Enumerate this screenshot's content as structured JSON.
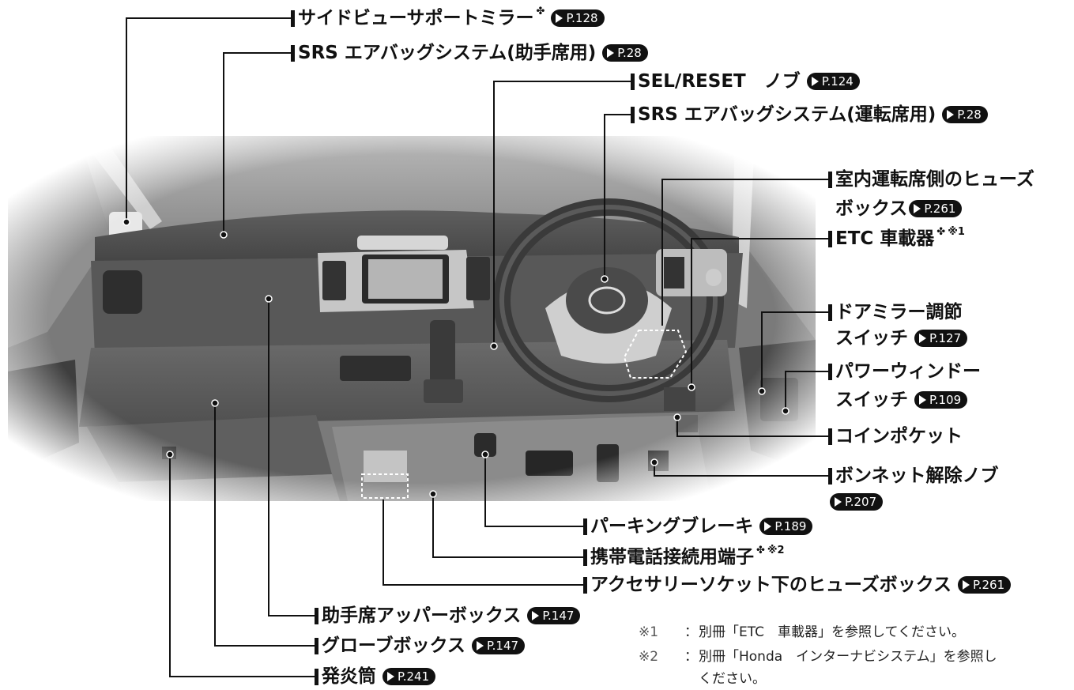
{
  "labels": [
    {
      "id": "side-view-mirror",
      "text": "サイドビューサポートミラー",
      "mark": "✤",
      "note": "",
      "ref": "P.128"
    },
    {
      "id": "srs-passenger",
      "text": "SRS エアバッグシステム(助手席用)",
      "mark": "",
      "note": "",
      "ref": "P.28"
    },
    {
      "id": "sel-reset",
      "text": "SEL/RESET　ノブ",
      "mark": "",
      "note": "",
      "ref": "P.124"
    },
    {
      "id": "srs-driver",
      "text": "SRS エアバッグシステム(運転席用)",
      "mark": "",
      "note": "",
      "ref": "P.28"
    },
    {
      "id": "fuse-driver",
      "text": "室内運転席側のヒューズ",
      "text2": "ボックス",
      "mark": "",
      "note": "",
      "ref": "P.261"
    },
    {
      "id": "etc",
      "text": "ETC 車載器",
      "mark": "✤",
      "note": "※1",
      "ref": ""
    },
    {
      "id": "door-mirror",
      "text": "ドアミラー調節",
      "text2": "スイッチ",
      "mark": "",
      "note": "",
      "ref": "P.127"
    },
    {
      "id": "power-window",
      "text": "パワーウィンドー",
      "text2": "スイッチ",
      "mark": "",
      "note": "",
      "ref": "P.109"
    },
    {
      "id": "coin-pocket",
      "text": "コインポケット",
      "mark": "",
      "note": "",
      "ref": ""
    },
    {
      "id": "bonnet-release",
      "text": "ボンネット解除ノブ",
      "mark": "",
      "note": "",
      "ref": "P.207"
    },
    {
      "id": "parking-brake",
      "text": "パーキングブレーキ",
      "mark": "",
      "note": "",
      "ref": "P.189"
    },
    {
      "id": "phone-terminal",
      "text": "携帯電話接続用端子",
      "mark": "✤",
      "note": "※2",
      "ref": ""
    },
    {
      "id": "accessory-fuse",
      "text": "アクセサリーソケット下のヒューズボックス",
      "mark": "",
      "note": "",
      "ref": "P.261"
    },
    {
      "id": "upper-box",
      "text": "助手席アッパーボックス",
      "mark": "",
      "note": "",
      "ref": "P.147"
    },
    {
      "id": "glove-box",
      "text": "グローブボックス",
      "mark": "",
      "note": "",
      "ref": "P.147"
    },
    {
      "id": "flare",
      "text": "発炎筒",
      "mark": "",
      "note": "",
      "ref": "P.241"
    }
  ],
  "notes": [
    {
      "mark": "※1",
      "colon": "：",
      "text": "別冊「ETC　車載器」を参照してください。"
    },
    {
      "mark": "※2",
      "colon": "：",
      "text": "別冊「Honda　インターナビシステム」を参照し",
      "text2": "ください。"
    }
  ],
  "colors": {
    "ink": "#111111",
    "photo_dark": "#3d3d3d",
    "photo_mid": "#6e6e6e",
    "photo_light": "#a9a9a9"
  }
}
